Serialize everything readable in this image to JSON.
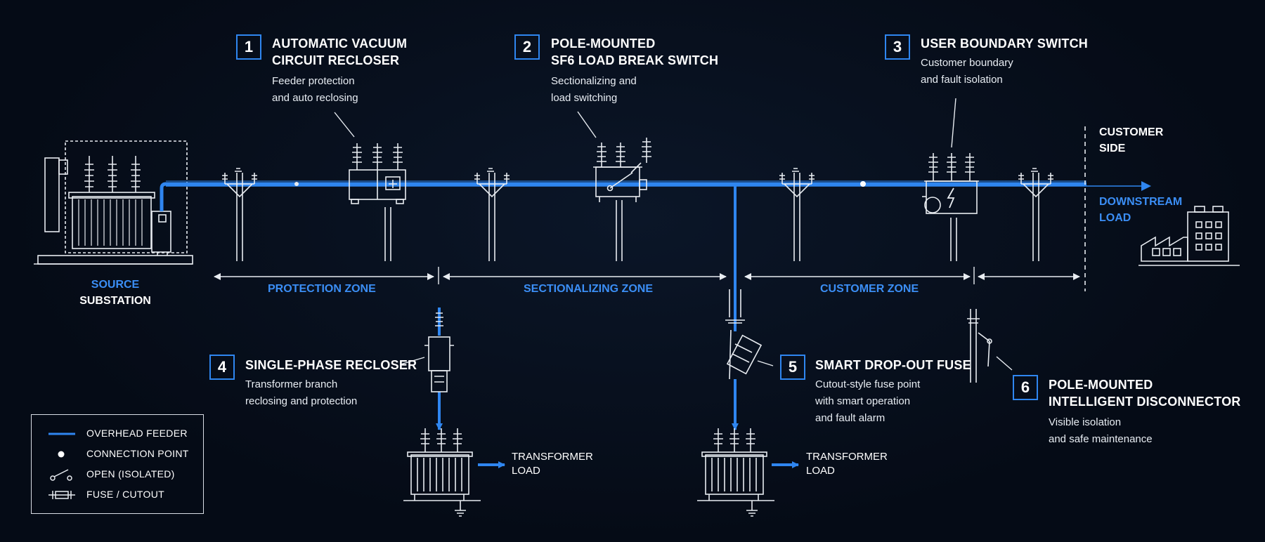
{
  "colors": {
    "background": "#050b16",
    "feeder": "#2f86f0",
    "line_art": "#e8ecf1",
    "accent_text": "#3b8ef5"
  },
  "source": {
    "line1": "SOURCE",
    "line2": "SUBSTATION"
  },
  "customer_side": {
    "line1": "CUSTOMER",
    "line2": "SIDE"
  },
  "downstream": {
    "line1": "DOWNSTREAM",
    "line2": "LOAD"
  },
  "devices": [
    {
      "number": "1",
      "title1": "AUTOMATIC VACUUM",
      "title2": "CIRCUIT RECLOSER",
      "desc1": "Feeder protection",
      "desc2": "and auto reclosing"
    },
    {
      "number": "2",
      "title1": "POLE-MOUNTED",
      "title2": "SF6 LOAD BREAK SWITCH",
      "desc1": "Sectionalizing and",
      "desc2": "load switching"
    },
    {
      "number": "3",
      "title1": "USER BOUNDARY SWITCH",
      "desc1": "Customer boundary",
      "desc2": "and fault isolation"
    },
    {
      "number": "4",
      "title1": "SINGLE-PHASE RECLOSER",
      "desc1": "Transformer branch",
      "desc2": "reclosing and protection"
    },
    {
      "number": "5",
      "title1": "SMART DROP-OUT FUSE",
      "desc1": "Cutout-style fuse point",
      "desc2": "with smart operation",
      "desc3": "and fault alarm"
    },
    {
      "number": "6",
      "title1": "POLE-MOUNTED",
      "title2": "INTELLIGENT DISCONNECTOR",
      "desc1": "Visible isolation",
      "desc2": "and safe maintenance"
    }
  ],
  "zones": {
    "protection": "PROTECTION ZONE",
    "sectionalizing": "SECTIONALIZING ZONE",
    "customer": "CUSTOMER ZONE"
  },
  "transformer_load": {
    "line1": "TRANSFORMER",
    "line2": "LOAD"
  },
  "legend": [
    {
      "icon": "overhead-feeder-line",
      "label": "OVERHEAD FEEDER"
    },
    {
      "icon": "connection-point-dot",
      "label": "CONNECTION POINT"
    },
    {
      "icon": "open-switch-symbol",
      "label": "OPEN (ISOLATED)"
    },
    {
      "icon": "fuse-cutout-symbol",
      "label": "FUSE / CUTOUT"
    }
  ]
}
